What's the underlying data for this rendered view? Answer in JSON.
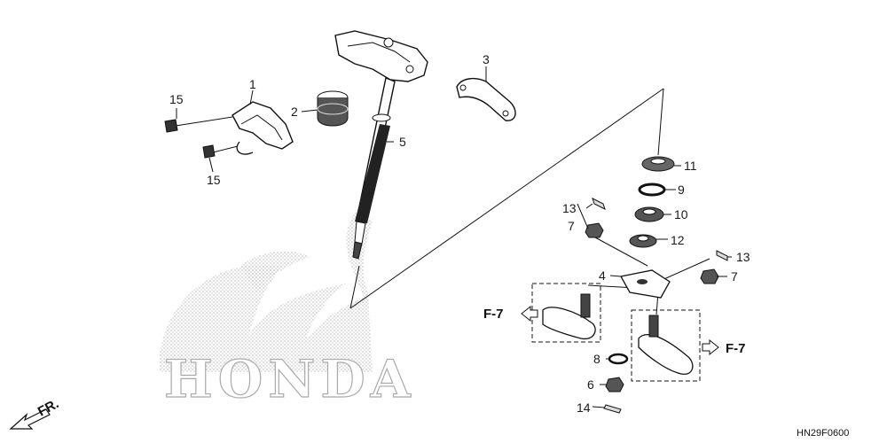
{
  "brand_text": "HONDA",
  "front_label": "FR.",
  "figure_code": "HN29F0600",
  "ref_labels": {
    "left": "F-7",
    "right": "F-7"
  },
  "callouts": [
    "15",
    "1",
    "2",
    "5",
    "3",
    "15",
    "11",
    "9",
    "13",
    "10",
    "7",
    "12",
    "13",
    "4",
    "7",
    "8",
    "6",
    "14"
  ]
}
